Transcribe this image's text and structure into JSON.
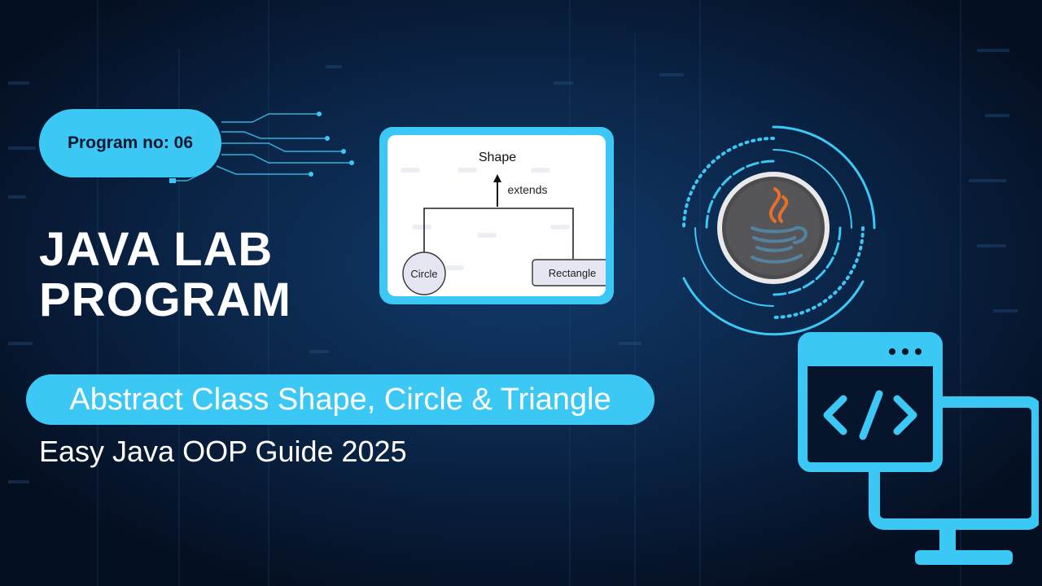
{
  "badge": {
    "label": "Program no: 06"
  },
  "title": {
    "line1": "JAVA LAB",
    "line2": "PROGRAM"
  },
  "subtitle": "Abstract Class Shape, Circle & Triangle",
  "tagline": "Easy Java OOP Guide 2025",
  "diagram": {
    "parent": "Shape",
    "relation": "extends",
    "child_left": "Circle",
    "child_right": "Rectangle"
  },
  "icons": {
    "logo": "java-coffee-cup-icon",
    "code": "code-brackets-monitor-icon"
  },
  "colors": {
    "background": "#07152c",
    "accent": "#3cc8f4",
    "text": "#ffffff",
    "badge_text": "#0b1730",
    "java_orange": "#e76f2a",
    "java_blue": "#5382a1"
  }
}
